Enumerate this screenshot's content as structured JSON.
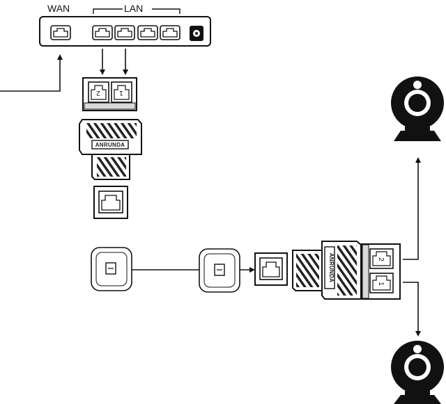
{
  "router": {
    "wan_label": "WAN",
    "lan_label": "LAN"
  },
  "splitter_top": {
    "port_1": "1",
    "port_2": "2",
    "brand": "ANRUNDA"
  },
  "splitter_bottom": {
    "port_1": "1",
    "port_2": "2",
    "brand": "ANRUNDA"
  },
  "icons": {
    "camera": "webcam-icon",
    "wall_plate": "wall-socket-icon",
    "router": "router-icon"
  },
  "colors": {
    "line": "#111111",
    "fill_dark": "#222222",
    "fill_gray": "#d9d9d9"
  }
}
